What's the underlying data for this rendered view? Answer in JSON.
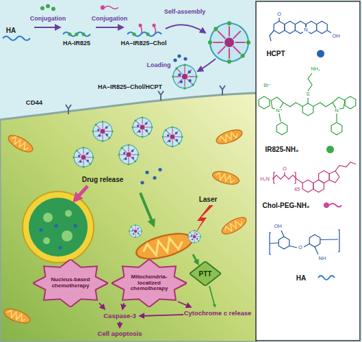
{
  "diagram": {
    "nodes": [
      {
        "text": [
          "Nucleus-based chemotherapy"
        ]
      },
      {
        "text": [
          "Mitochondria-localized chemotherapy"
        ]
      },
      {
        "text": [
          "PTT"
        ]
      }
    ],
    "labels": [
      "HA",
      "Conjugation",
      "HA-IR825",
      "Conjugation",
      "HA–IR825–Chol",
      "Self-assembly",
      "CD44",
      "Loading",
      "HA–IR825–Chol/HCPT",
      "Drug release",
      "Laser",
      "Cytochrome c release",
      "Caspase-3",
      "Cell apoptosis",
      "O",
      "N",
      "OH",
      "NH₂",
      "S",
      "N⁺",
      "Br⁻",
      "N",
      "H₂N",
      "45",
      "O",
      "OH",
      "O",
      "NH"
    ],
    "legend": [
      {
        "text": "HCPT",
        "color": "#2a5fb8"
      },
      {
        "text": "IR825-NH₂",
        "color": "#3daa48"
      },
      {
        "text": "Chol-PEG-NH₂"
      },
      {
        "text": "HA"
      }
    ]
  }
}
